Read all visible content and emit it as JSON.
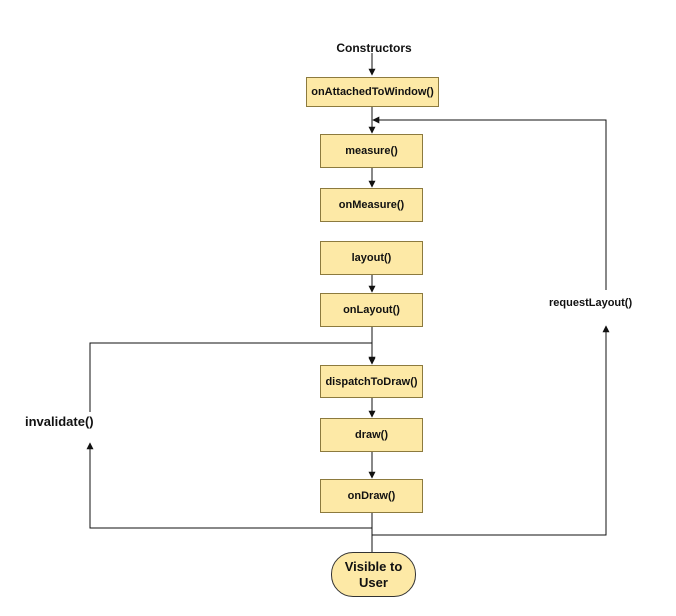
{
  "diagram": {
    "start_label": "Constructors",
    "nodes": [
      {
        "id": "onAttachedToWindow",
        "label": "onAttachedToWindow()"
      },
      {
        "id": "measure",
        "label": "measure()"
      },
      {
        "id": "onMeasure",
        "label": "onMeasure()"
      },
      {
        "id": "layout",
        "label": "layout()"
      },
      {
        "id": "onLayout",
        "label": "onLayout()"
      },
      {
        "id": "dispatchToDraw",
        "label": "dispatchToDraw()"
      },
      {
        "id": "draw",
        "label": "draw()"
      },
      {
        "id": "onDraw",
        "label": "onDraw()"
      }
    ],
    "end_label": "Visible to\nUser",
    "loops": {
      "invalidate": "invalidate()",
      "request_layout": "requestLayout()"
    },
    "colors": {
      "node_fill": "#fde9a6",
      "node_border": "#8c7a3e",
      "line": "#111111"
    }
  }
}
